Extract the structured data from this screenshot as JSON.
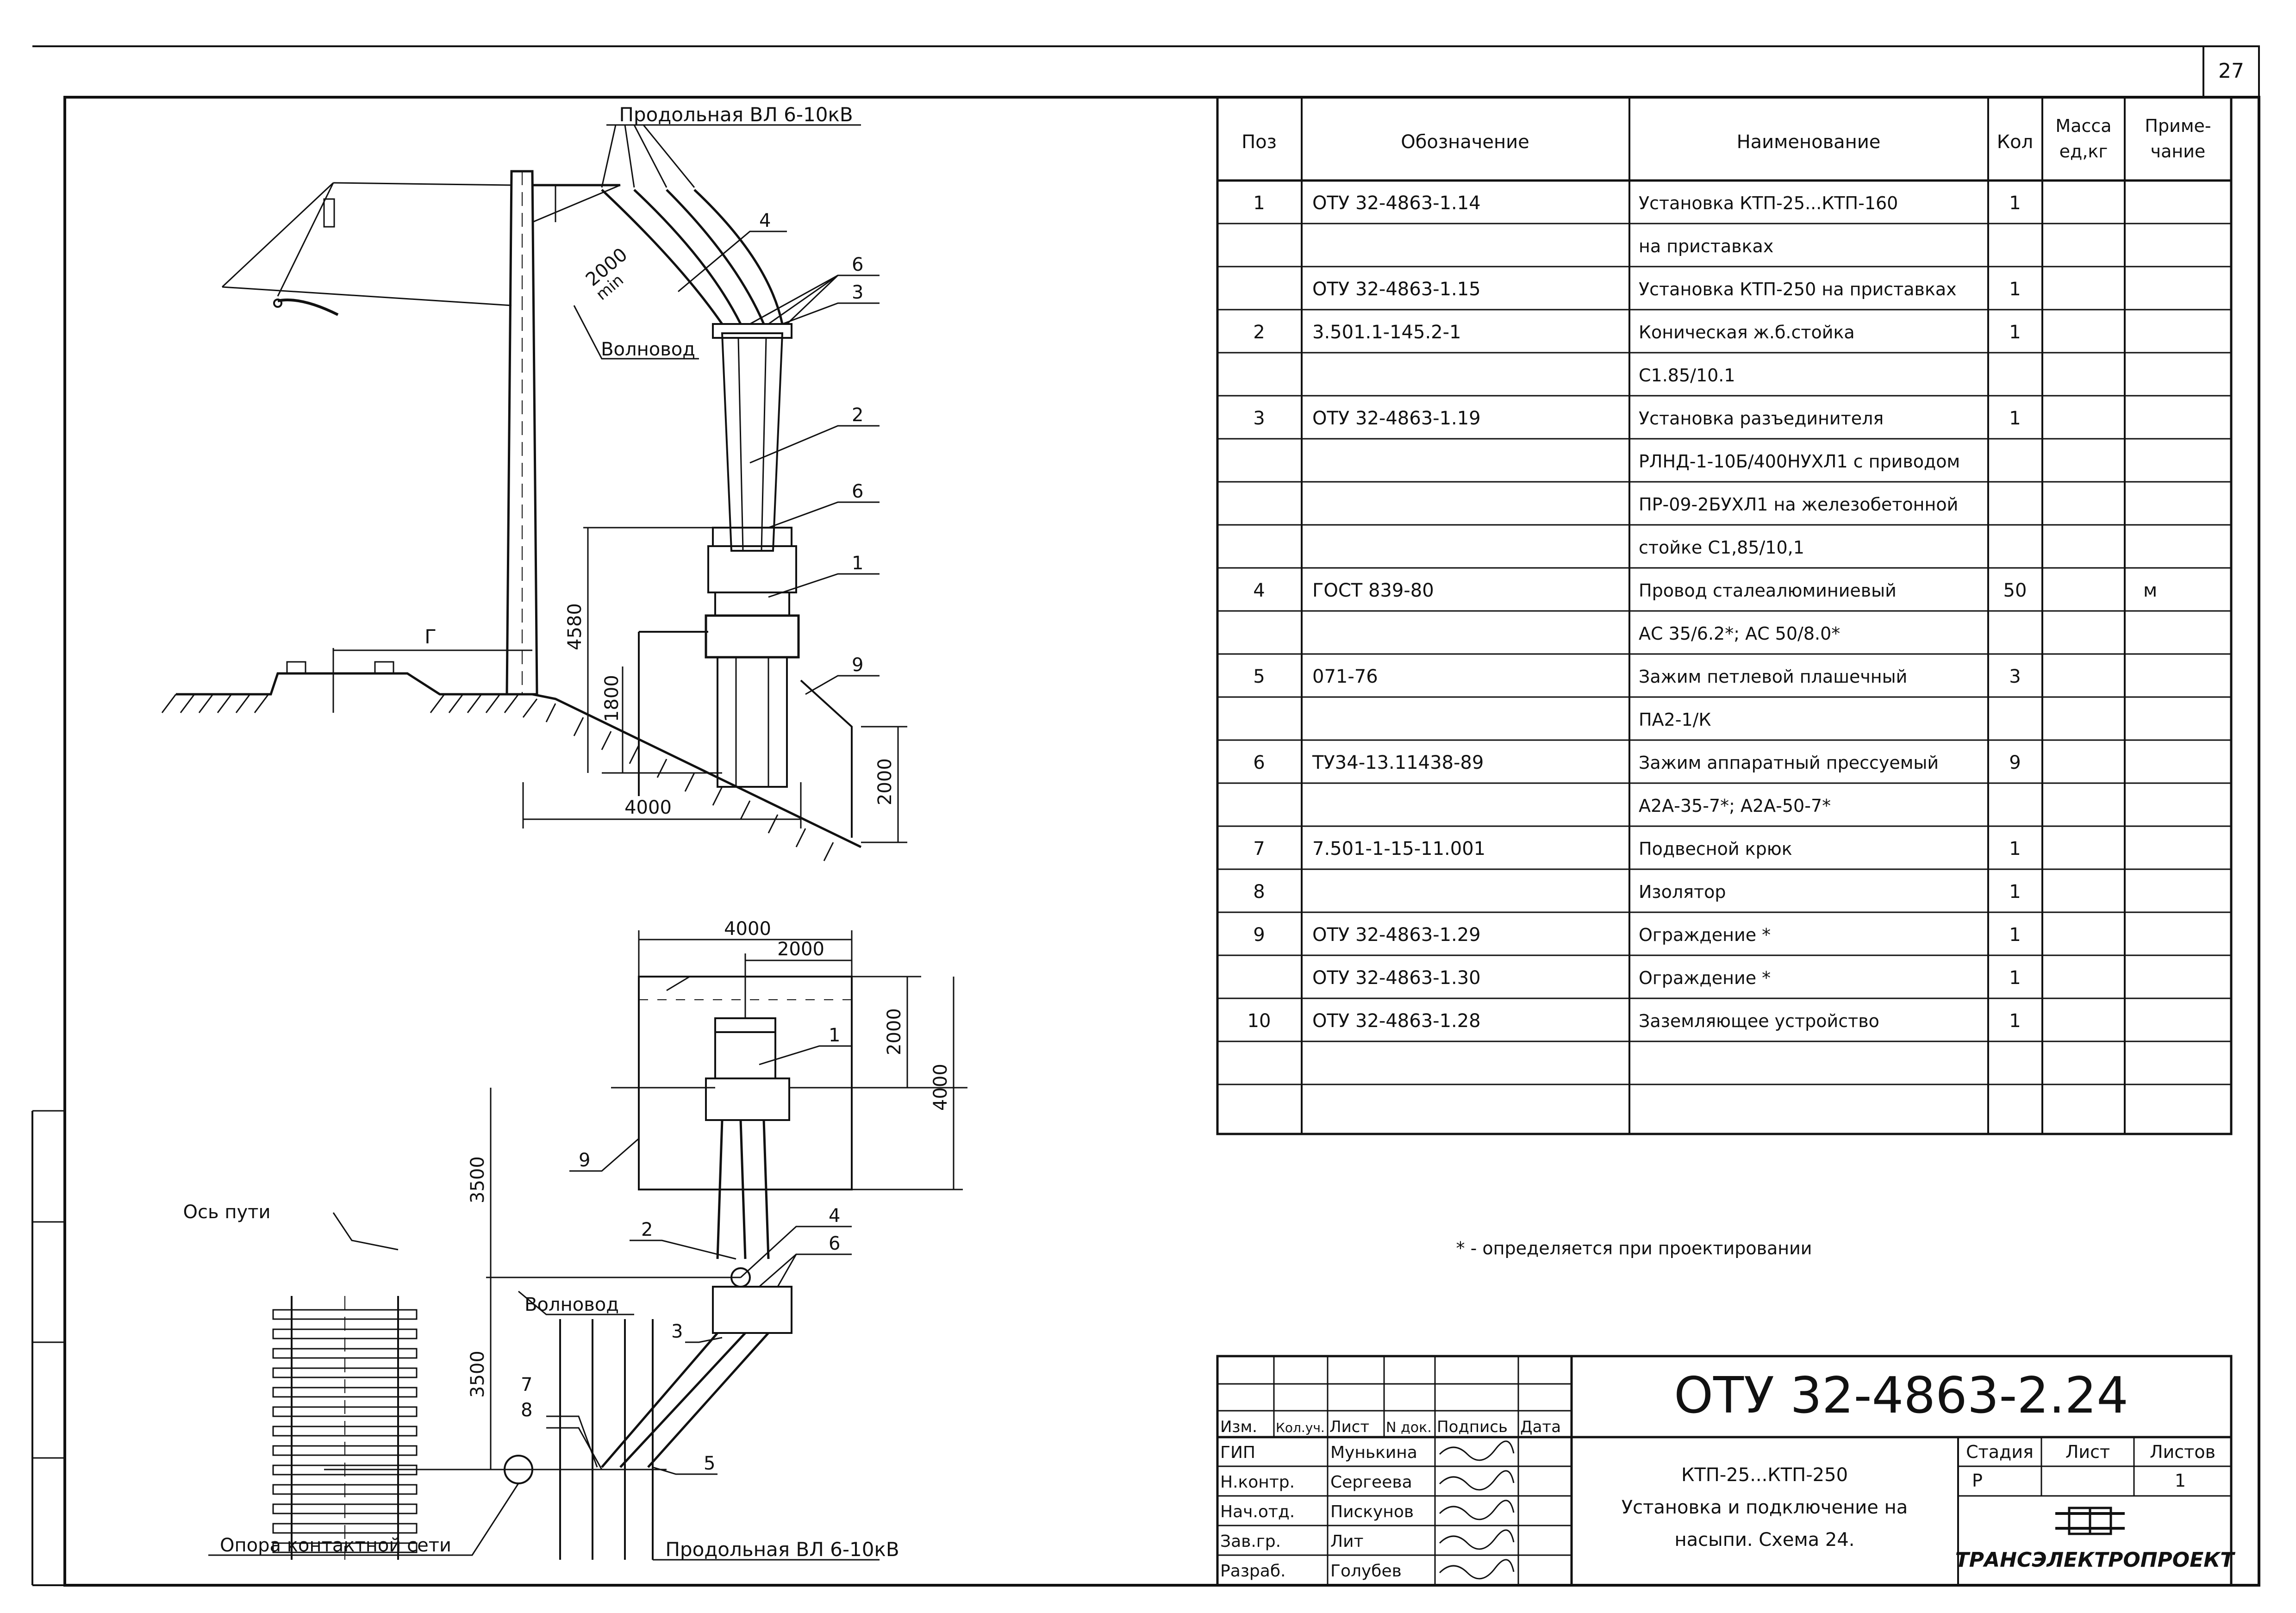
{
  "sheet_number": "27",
  "drawing": {
    "label_vl_top": "Продольная ВЛ 6-10кВ",
    "label_vl_bottom": "Продольная ВЛ 6-10кВ",
    "label_volnovod_top": "Волновод",
    "label_volnovod_bottom": "Волновод",
    "label_os_puti": "Ось пути",
    "label_opora": "Опора контактной сети",
    "label_G": "Г",
    "label_2000min": "2000",
    "label_min": "min",
    "dims": {
      "d4580": "4580",
      "d1800": "1800",
      "d4000a": "4000",
      "d2000a": "2000",
      "d4000b": "4000",
      "d2000b": "2000",
      "d2000c": "2000",
      "d4000c": "4000",
      "d3500a": "3500",
      "d3500b": "3500"
    },
    "callouts": {
      "c4a": "4",
      "c6a": "6",
      "c3a": "3",
      "c2a": "2",
      "c6b": "6",
      "c1a": "1",
      "c9a": "9",
      "c1b": "1",
      "c9b": "9",
      "c2b": "2",
      "c4b": "4",
      "c6c": "6",
      "c3b": "3",
      "c7": "7",
      "c8": "8",
      "c5": "5"
    }
  },
  "spec_table": {
    "headers": {
      "pos": "Поз",
      "oboz": "Обозначение",
      "naim": "Наименование",
      "kol": "Кол",
      "massa1": "Масса",
      "massa2": "ед,кг",
      "prim1": "Приме-",
      "prim2": "чание"
    },
    "rows": [
      {
        "pos": "1",
        "oboz": "ОТУ 32-4863-1.14",
        "naim": "Установка КТП-25...КТП-160",
        "kol": "1",
        "prim": ""
      },
      {
        "pos": "",
        "oboz": "",
        "naim": "на приставках",
        "kol": "",
        "prim": ""
      },
      {
        "pos": "",
        "oboz": "ОТУ 32-4863-1.15",
        "naim": "Установка КТП-250 на приставках",
        "kol": "1",
        "prim": ""
      },
      {
        "pos": "2",
        "oboz": "3.501.1-145.2-1",
        "naim": "Коническая ж.б.стойка",
        "kol": "1",
        "prim": ""
      },
      {
        "pos": "",
        "oboz": "",
        "naim": "С1.85/10.1",
        "kol": "",
        "prim": ""
      },
      {
        "pos": "3",
        "oboz": "ОТУ 32-4863-1.19",
        "naim": "Установка разъединителя",
        "kol": "1",
        "prim": ""
      },
      {
        "pos": "",
        "oboz": "",
        "naim": "РЛНД-1-10Б/400НУХЛ1 с приводом",
        "kol": "",
        "prim": ""
      },
      {
        "pos": "",
        "oboz": "",
        "naim": "ПР-09-2БУХЛ1 на железобетонной",
        "kol": "",
        "prim": ""
      },
      {
        "pos": "",
        "oboz": "",
        "naim": "стойке С1,85/10,1",
        "kol": "",
        "prim": ""
      },
      {
        "pos": "4",
        "oboz": "ГОСТ 839-80",
        "naim": "Провод сталеалюминиевый",
        "kol": "50",
        "prim": "м"
      },
      {
        "pos": "",
        "oboz": "",
        "naim": "АС 35/6.2*; АС 50/8.0*",
        "kol": "",
        "prim": ""
      },
      {
        "pos": "5",
        "oboz": "071-76",
        "naim": "Зажим петлевой плашечный",
        "kol": "3",
        "prim": ""
      },
      {
        "pos": "",
        "oboz": "",
        "naim": "ПА2-1/К",
        "kol": "",
        "prim": ""
      },
      {
        "pos": "6",
        "oboz": "ТУ34-13.11438-89",
        "naim": "Зажим аппаратный прессуемый",
        "kol": "9",
        "prim": ""
      },
      {
        "pos": "",
        "oboz": "",
        "naim": "А2А-35-7*; А2А-50-7*",
        "kol": "",
        "prim": ""
      },
      {
        "pos": "7",
        "oboz": "7.501-1-15-11.001",
        "naim": "Подвесной крюк",
        "kol": "1",
        "prim": ""
      },
      {
        "pos": "8",
        "oboz": "",
        "naim": "Изолятор",
        "kol": "1",
        "prim": ""
      },
      {
        "pos": "9",
        "oboz": "ОТУ 32-4863-1.29",
        "naim": "Ограждение *",
        "kol": "1",
        "prim": ""
      },
      {
        "pos": "",
        "oboz": "ОТУ 32-4863-1.30",
        "naim": "Ограждение *",
        "kol": "1",
        "prim": ""
      },
      {
        "pos": "10",
        "oboz": "ОТУ 32-4863-1.28",
        "naim": "Заземляющее устройство",
        "kol": "1",
        "prim": ""
      },
      {
        "pos": "",
        "oboz": "",
        "naim": "",
        "kol": "",
        "prim": ""
      },
      {
        "pos": "",
        "oboz": "",
        "naim": "",
        "kol": "",
        "prim": ""
      }
    ]
  },
  "footnote": "* - определяется при проектировании",
  "title_block": {
    "doc_code": "ОТУ 32-4863-2.24",
    "headers": {
      "izm": "Изм.",
      "kol": "Кол.уч.",
      "list": "Лист",
      "ndok": "N док.",
      "podp": "Подпись",
      "data": "Дата"
    },
    "staff": [
      {
        "role": "ГИП",
        "name": "Мунькина"
      },
      {
        "role": "Н.контр.",
        "name": "Сергеева"
      },
      {
        "role": "Нач.отд.",
        "name": "Пискунов"
      },
      {
        "role": "Зав.гр.",
        "name": "Лит"
      },
      {
        "role": "Разраб.",
        "name": "Голубев"
      }
    ],
    "title_line1": "КТП-25...КТП-250",
    "title_line2": "Установка и подключение на",
    "title_line3": "насыпи. Схема 24.",
    "stage_h": "Стадия",
    "sheet_h": "Лист",
    "sheets_h": "Листов",
    "stage": "Р",
    "sheets": "1",
    "org": "ТРАНСЭЛЕКТРОПРОЕКТ"
  }
}
